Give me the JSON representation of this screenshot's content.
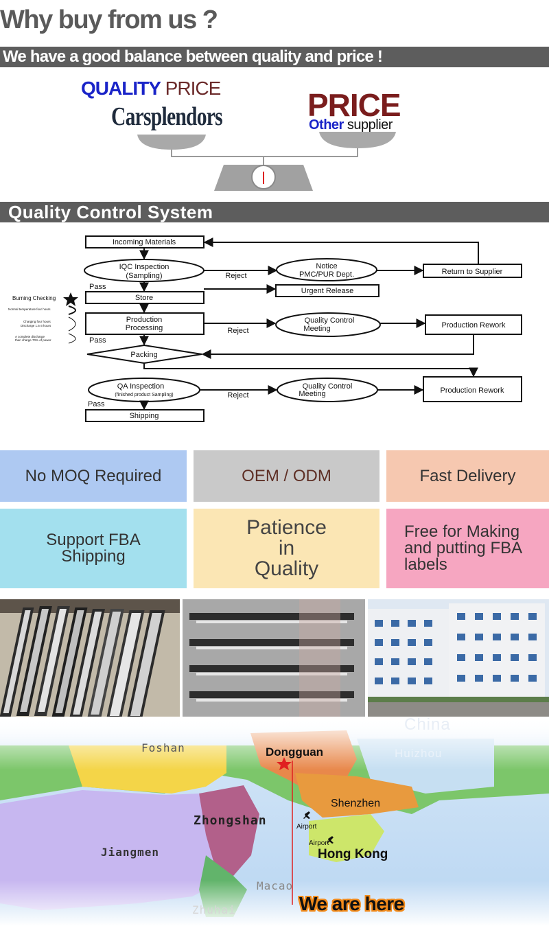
{
  "header": {
    "title": "Why buy from us ?",
    "subtitle_bar": "We have a good balance between quality and price !"
  },
  "balance": {
    "left_quality": "QUALITY",
    "left_price": "PRICE",
    "brand": "Carsplendors",
    "right_price": "PRICE",
    "right_other": "Other",
    "right_supplier": "supplier"
  },
  "qc": {
    "title": "Quality Control System",
    "nodes": {
      "incoming": "Incoming Materials",
      "iqc1": "IQC Inspection",
      "iqc2": "(Sampling)",
      "notice1": "Notice",
      "notice2": "PMC/PUR Dept.",
      "return": "Return to Supplier",
      "urgent": "Urgent Release",
      "store": "Store",
      "prod1": "Production",
      "prod2": "Processing",
      "qcm1a": "Quality Control",
      "qcm1b": "Meeting",
      "rework1": "Production Rework",
      "packing": "Packing",
      "qa1": "QA Inspection",
      "qa2": "(finished product Sampling)",
      "qcm2a": "Quality Control",
      "qcm2b": "Meeting",
      "rework2": "Production Rework",
      "shipping": "Shipping"
    },
    "edges": {
      "reject1": "Reject",
      "reject2": "Reject",
      "reject3": "Reject",
      "pass1": "Pass",
      "pass2": "Pass",
      "pass3": "Pass"
    },
    "side_notes": {
      "burning": "Burning Checking",
      "n1": "Normal temperature four hours",
      "n2a": "Charging four hours",
      "n2b": "Discharge 1.5-3 hours",
      "n3a": "A complete discharge",
      "n3b": "then charge 70% of power"
    }
  },
  "features": {
    "no_moq": "No MOQ Required",
    "oem": "OEM / ODM",
    "fast": "Fast Delivery",
    "fba1": "Support FBA",
    "fba2": "Shipping",
    "pat1": "Patience",
    "pat2": "in",
    "pat3": "Quality",
    "free1": "Free for Making",
    "free2": "and putting FBA",
    "free3": "labels"
  },
  "map": {
    "china": "China",
    "foshan": "Foshan",
    "dongguan": "Dongguan",
    "huizhou": "Huizhou",
    "shenzhen": "Shenzhen",
    "zhongshan": "Zhongshan",
    "airport1": "Airport",
    "airport2": "Airport",
    "hongkong": "Hong Kong",
    "jiangmen": "Jiangmen",
    "macao": "Macao",
    "zhuhai": "Zhuhai",
    "we_are_here": "We are here"
  },
  "colors": {
    "bar": "#5d5d5d",
    "quality_blue": "#1a24c8",
    "price_red": "#7a1d1d"
  }
}
